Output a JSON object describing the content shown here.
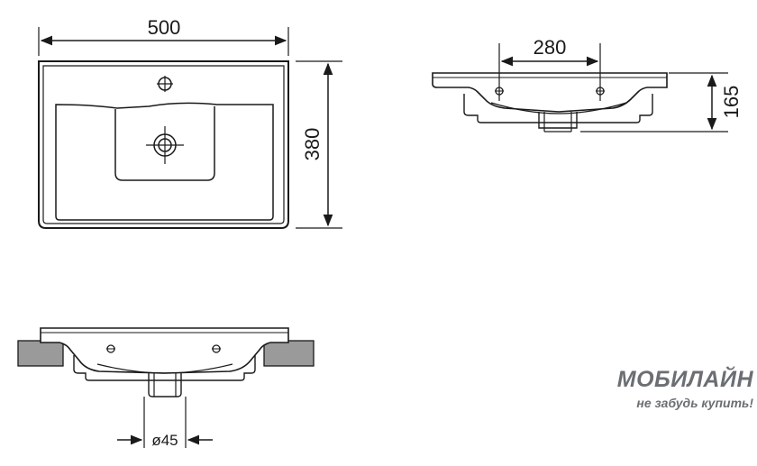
{
  "dimensions": {
    "width": "500",
    "depth": "380",
    "faucet_spacing": "280",
    "height": "165",
    "drain_diameter": "ø45"
  },
  "brand": {
    "name": "МОБИЛАЙН",
    "tagline": "не забудь купить!",
    "color": "#6b6e73"
  },
  "colors": {
    "line": "#1a1a1a",
    "counter": "#9a9a9a"
  }
}
